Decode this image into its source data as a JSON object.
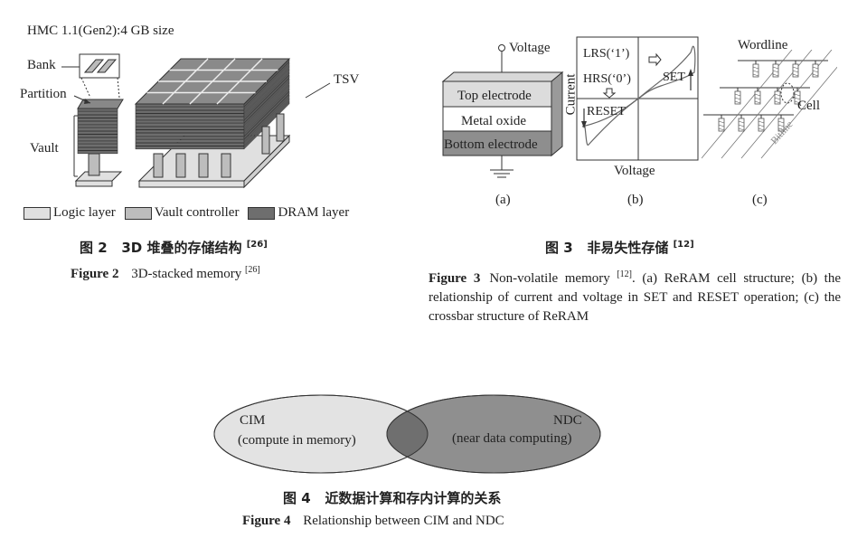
{
  "figure2": {
    "title": "HMC 1.1(Gen2):4 GB size",
    "labels": {
      "bank": "Bank",
      "partition": "Partition",
      "vault": "Vault",
      "tsv": "TSV"
    },
    "legend": [
      {
        "label": "Logic layer",
        "color": "#e0e0e0"
      },
      {
        "label": "Vault controller",
        "color": "#bdbdbd"
      },
      {
        "label": "DRAM layer",
        "color": "#6e6e6e"
      }
    ],
    "caption_cn": {
      "num": "图 2",
      "text": "3D 堆叠的存储结构",
      "ref": "[26]"
    },
    "caption_en": {
      "num": "Figure 2",
      "text": "3D-stacked memory",
      "ref": "[26]"
    }
  },
  "figure3": {
    "a": {
      "voltage": "Voltage",
      "top": "Top electrode",
      "middle": "Metal oxide",
      "bottom": "Bottom electrode",
      "label": "(a)"
    },
    "b": {
      "lrs": "LRS(‘1’)",
      "hrs": "HRS(‘0’)",
      "set": "SET",
      "reset": "RESET",
      "ylabel": "Current",
      "xlabel": "Voltage",
      "label": "(b)"
    },
    "c": {
      "wordline": "Wordline",
      "cell": "Cell",
      "bitline": "Bitline",
      "label": "(c)"
    },
    "caption_cn": {
      "num": "图 3",
      "text": "非易失性存储",
      "ref": "[12]"
    },
    "caption_en": {
      "num": "Figure 3",
      "text1": "Non-volatile memory",
      "ref": "[12]",
      "text2": ". (a) ReRAM cell structure; (b) the relationship of current and voltage in SET and RESET operation; (c) the crossbar structure of ReRAM"
    }
  },
  "figure4": {
    "cim": "CIM",
    "cim_sub": "(compute in memory)",
    "ndc": "NDC",
    "ndc_sub": "(near data computing)",
    "caption_cn": {
      "num": "图 4",
      "text": "近数据计算和存内计算的关系"
    },
    "caption_en": {
      "num": "Figure 4",
      "text": "Relationship between CIM and NDC"
    }
  }
}
